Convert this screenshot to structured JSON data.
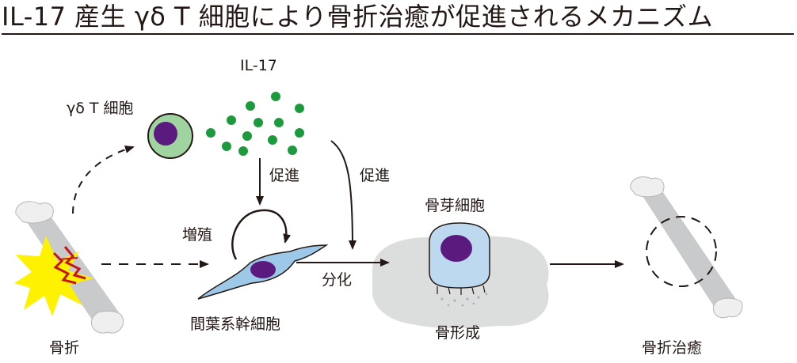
{
  "title": "IL-17 産生 γδ T 細胞により骨折治癒が促進されるメカニズム",
  "labels": {
    "il17": "IL-17",
    "gd_t_cell": "γδ T 細胞",
    "promote_1": "促進",
    "promote_2": "促進",
    "proliferation": "増殖",
    "osteoblast": "骨芽細胞",
    "differentiation": "分化",
    "msc": "間葉系幹細胞",
    "bone_formation": "骨形成",
    "fracture": "骨折",
    "fracture_healing": "骨折治癒"
  },
  "colors": {
    "text": "#231815",
    "bone": "#c9cacc",
    "bone_end": "#efefef",
    "fracture_burst": "#fff200",
    "fracture_mark": "#c4161c",
    "gd_cell_body": "#9fd3a0",
    "cell_nucleus": "#5b1a7e",
    "il17_dot": "#1e9a3e",
    "msc_body": "#9ec8e8",
    "osteoblast_body": "#bcd9ef",
    "bone_formation_area": "#dcdddd"
  }
}
